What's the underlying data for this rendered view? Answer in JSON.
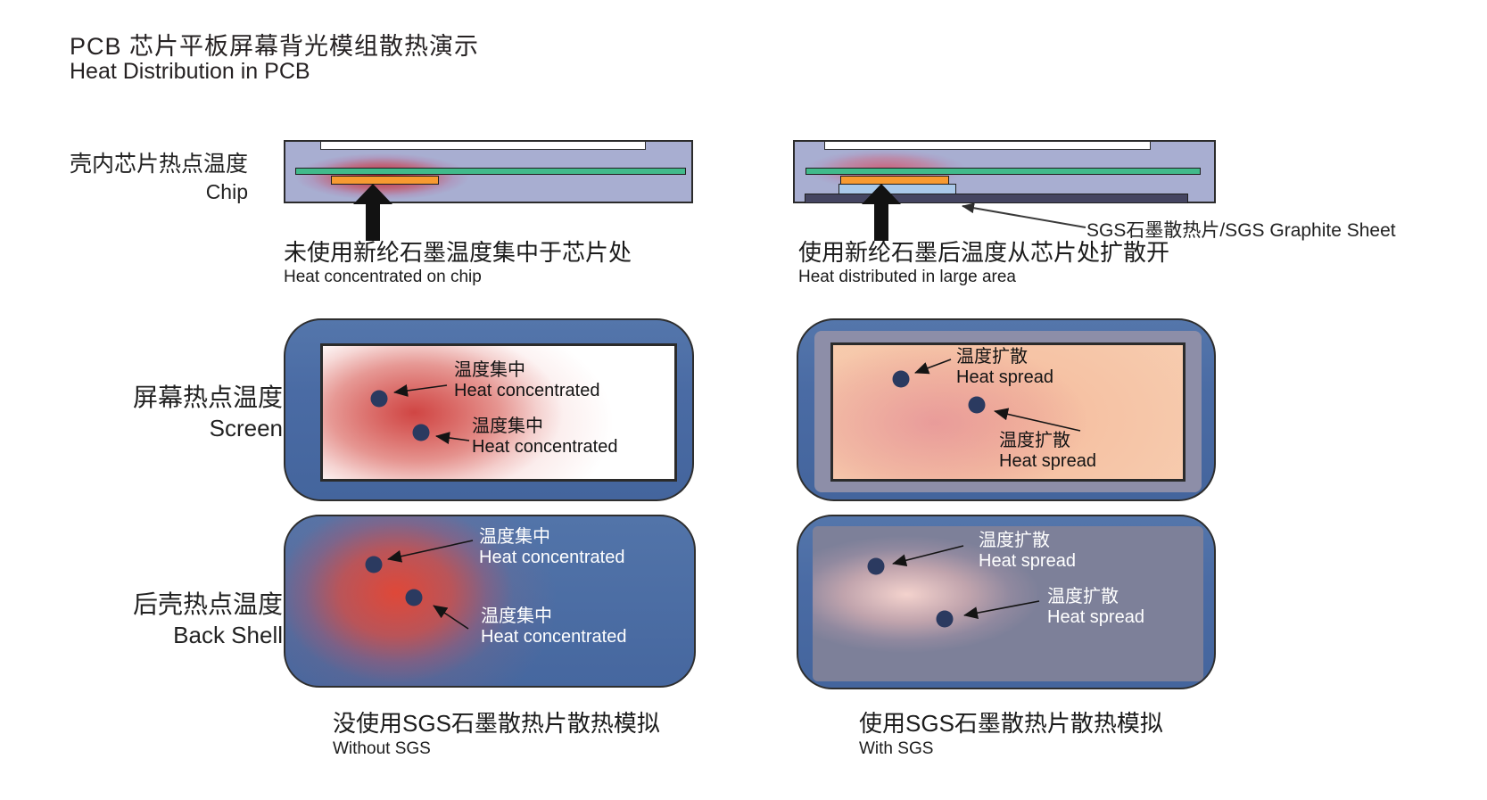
{
  "title": {
    "zh": "PCB 芯片平板屏幕背光模组散热演示",
    "en": "Heat Distribution in PCB"
  },
  "row_labels": {
    "chip": {
      "zh": "壳内芯片热点温度",
      "en": "Chip"
    },
    "screen": {
      "zh": "屏幕热点温度",
      "en": "Screen"
    },
    "back_shell": {
      "zh": "后壳热点温度",
      "en": "Back Shell"
    }
  },
  "chip_row": {
    "without": {
      "zh": "未使用新纶石墨温度集中于芯片处",
      "en": "Heat concentrated on chip"
    },
    "with": {
      "zh": "使用新纶石墨后温度从芯片处扩散开",
      "en": "Heat distributed in large area"
    },
    "sgs_label": "SGS石墨散热片/SGS Graphite Sheet"
  },
  "annotations": {
    "concentrated": {
      "zh": "温度集中",
      "en": "Heat concentrated"
    },
    "spread": {
      "zh": "温度扩散",
      "en": "Heat spread"
    }
  },
  "bottom_captions": {
    "without": {
      "zh": "没使用SGS石墨散热片散热模拟",
      "en": "Without SGS"
    },
    "with": {
      "zh": "使用SGS石墨散热片散热模拟",
      "en": "With SGS"
    }
  },
  "colors": {
    "panel_blue": "#4a6ba4",
    "housing_lavender": "#a8aed1",
    "pcb_green": "#41ba8b",
    "chip_orange": "#f79a31",
    "tim_blue": "#aac9e9",
    "graphite_dark": "#454561",
    "hotspot_red": "#d23c32",
    "screen_peach": "#f7cdb0",
    "shell_gray": "#7d8099",
    "dot_navy": "#2b3a60"
  }
}
